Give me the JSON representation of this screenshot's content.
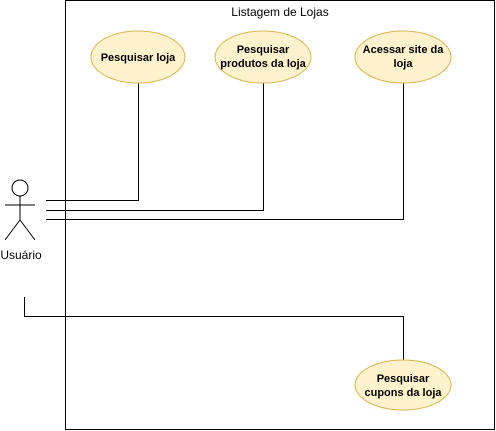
{
  "system": {
    "title": "Listagem de Lojas"
  },
  "actor": {
    "label": "Usuário"
  },
  "use_cases": [
    {
      "lines": [
        "Pesquisar loja"
      ]
    },
    {
      "lines": [
        "Pesquisar",
        "produtos da loja"
      ]
    },
    {
      "lines": [
        "Acessar site da",
        "loja"
      ]
    },
    {
      "lines": [
        "Pesquisar",
        "cupons da loja"
      ]
    }
  ],
  "colors": {
    "use_case_fill": "#fff2cc",
    "use_case_stroke": "#d6b656",
    "line": "#000000",
    "background": "#ffffff"
  }
}
